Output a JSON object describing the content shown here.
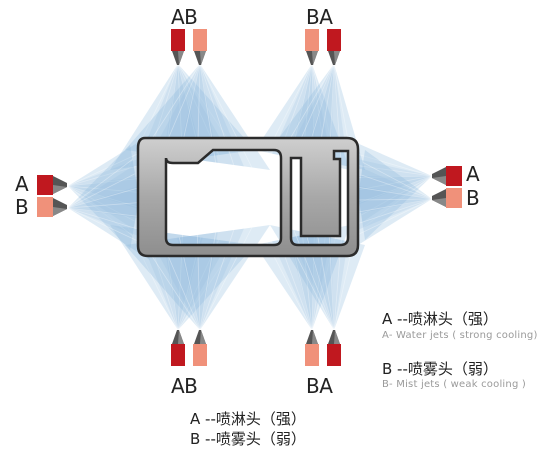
{
  "colors": {
    "strong": "#c0181f",
    "weak": "#f0917a",
    "spray": "#8ab8dc",
    "profile_fill": "#a6a6a6",
    "profile_stroke": "#2b2b2b",
    "nozzle": "#555555"
  },
  "nozzle_labels": {
    "top_left": "AB",
    "top_right": "BA",
    "bottom_left": "AB",
    "bottom_right": "BA",
    "left_a": "A",
    "left_b": "B",
    "right_a": "A",
    "right_b": "B"
  },
  "legend_right": {
    "a_cn": "A --喷淋头（强）",
    "a_en": "A- Water jets  (  strong  cooling)",
    "b_cn": "B --喷雾头（弱）",
    "b_en": "B- Mist jets  (  weak  cooling  )"
  },
  "legend_bottom": {
    "a_cn": "A --喷淋头（强）",
    "b_cn": "B --喷雾头（弱）"
  }
}
